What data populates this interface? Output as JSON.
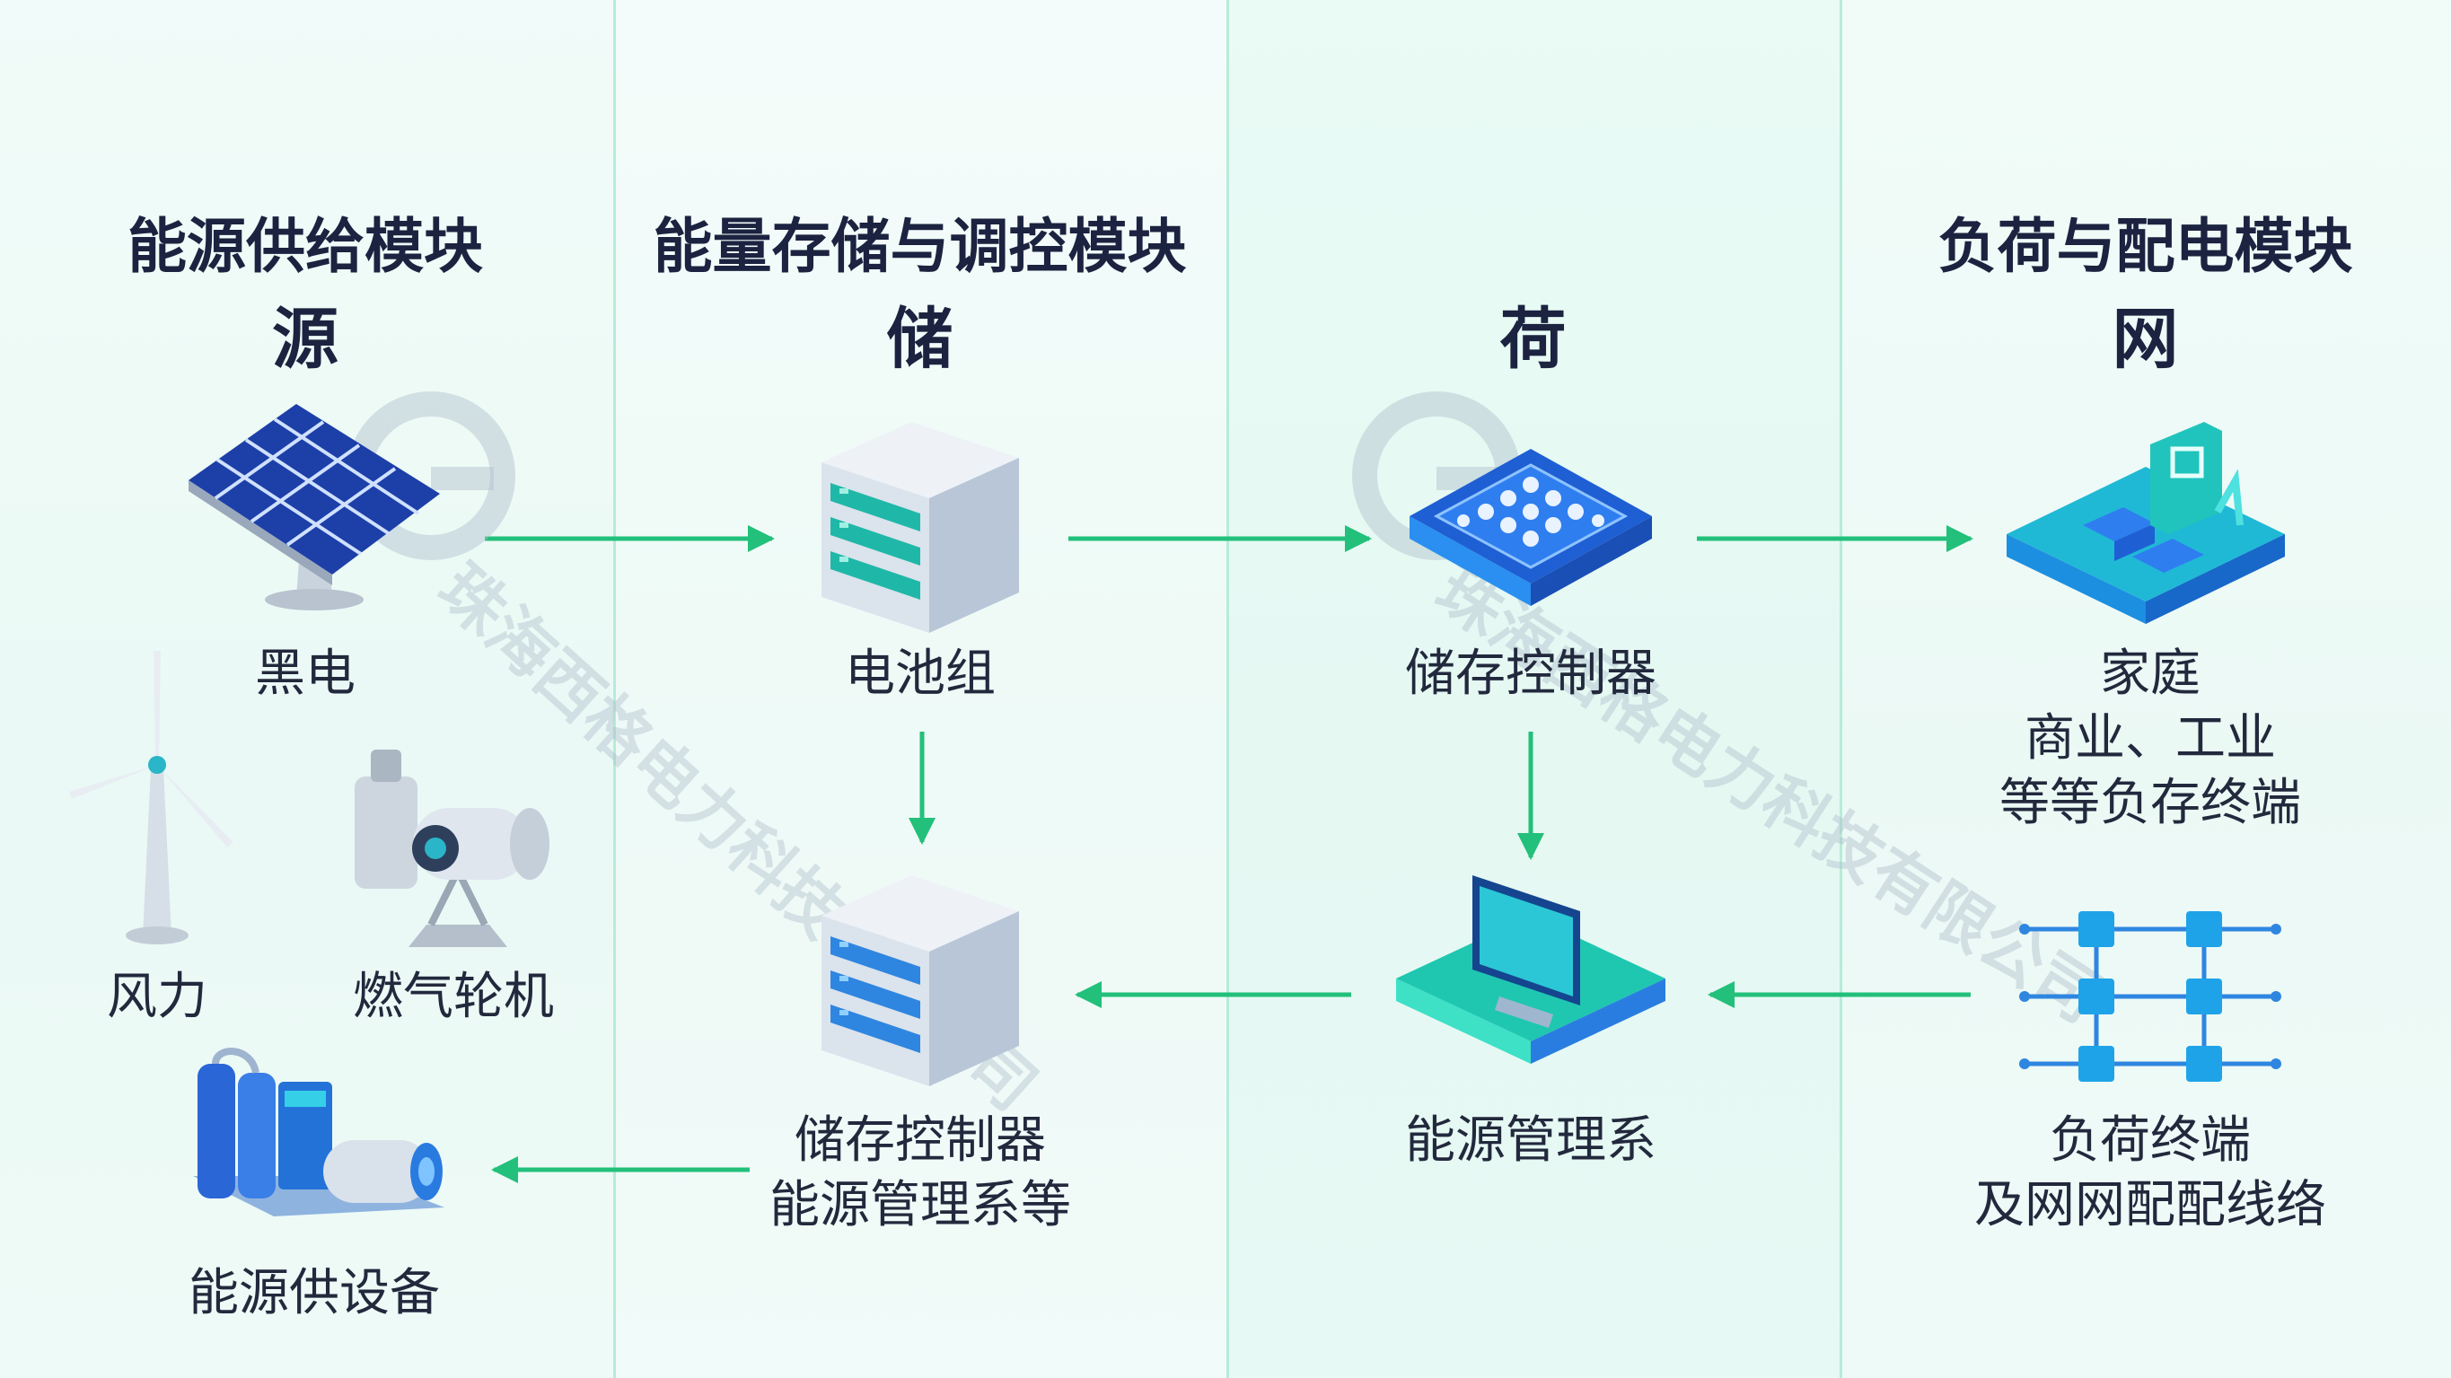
{
  "columns": [
    {
      "title": "能源供给模块",
      "letter": "源"
    },
    {
      "title": "能量存储与调控模块",
      "letter": "储"
    },
    {
      "title": "",
      "letter": "荷"
    },
    {
      "title": "负荷与配电模块",
      "letter": "网"
    }
  ],
  "nodes": {
    "solar": "黑电",
    "wind": "风力",
    "gas_turbine": "燃气轮机",
    "energy_equipment": "能源供设备",
    "battery": "电池组",
    "storage_ems": [
      "储存控制器",
      "能源管理系等"
    ],
    "storage_controller": "储存控制器",
    "ems": "能源管理系",
    "loads": [
      "家庭",
      "商业、工业",
      "等等负存终端"
    ],
    "grid": [
      "负荷终端",
      "及网网配配线络"
    ]
  },
  "watermark": "珠海西格电力科技有限公司",
  "colors": {
    "arrow": "#22c07a",
    "divider": "#b7ecd9",
    "text": "#1f2a44"
  }
}
